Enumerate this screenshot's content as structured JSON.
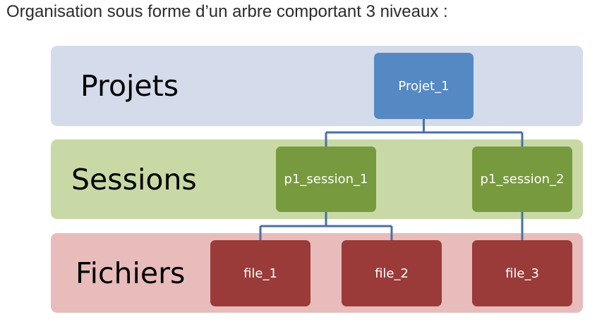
{
  "heading": "Organisation sous forme d’un arbre comportant 3 niveaux :",
  "levels": {
    "projets": "Projets",
    "sessions": "Sessions",
    "fichiers": "Fichiers"
  },
  "nodes": {
    "projet_1": "Projet_1",
    "session_1": "p1_session_1",
    "session_2": "p1_session_2",
    "file_1": "file_1",
    "file_2": "file_2",
    "file_3": "file_3"
  },
  "colors": {
    "band_projets": "#d4dbea",
    "band_sessions": "#c8d9a6",
    "band_fichiers": "#e8bcbb",
    "node_project": "#5589c4",
    "node_session": "#789a3f",
    "node_file": "#9a3b39",
    "connector": "#4a6fa5"
  }
}
